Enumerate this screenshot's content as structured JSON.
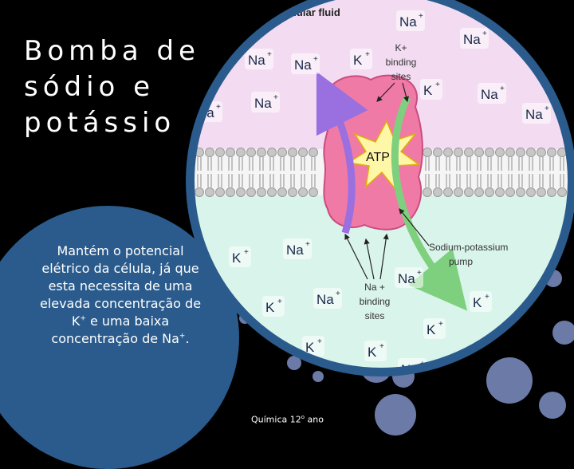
{
  "slide": {
    "title": "Bomba de\nsódio e\npotássio",
    "body": {
      "part1": "Mantém o potencial elétrico da célula, já que esta necessita de uma elevada concentração de K",
      "sup1": "+",
      "part2": " e uma baixa concentração de Na",
      "sup2": "+",
      "part3": "."
    },
    "footer": {
      "text": "Química 12",
      "sup": "o",
      "text2": " ano"
    }
  },
  "diagram": {
    "extracellular_label": "acellular fluid",
    "k_binding_label": [
      "K+",
      "binding",
      "sites"
    ],
    "na_binding_label": [
      "Na +",
      "binding",
      "sites"
    ],
    "pump_label": [
      "Sodium-potassium",
      "pump"
    ],
    "atp_label": "ATP",
    "na_ion": "Na",
    "k_ion": "K",
    "ion_charge": "+",
    "colors": {
      "extracellular": "#f3dcf2",
      "intracellular": "#d9f4ea",
      "pump": "#f07aa6",
      "arrow_purple": "#9a6fe0",
      "arrow_green": "#7ed07e",
      "ion_text": "#1a2a4a"
    }
  }
}
